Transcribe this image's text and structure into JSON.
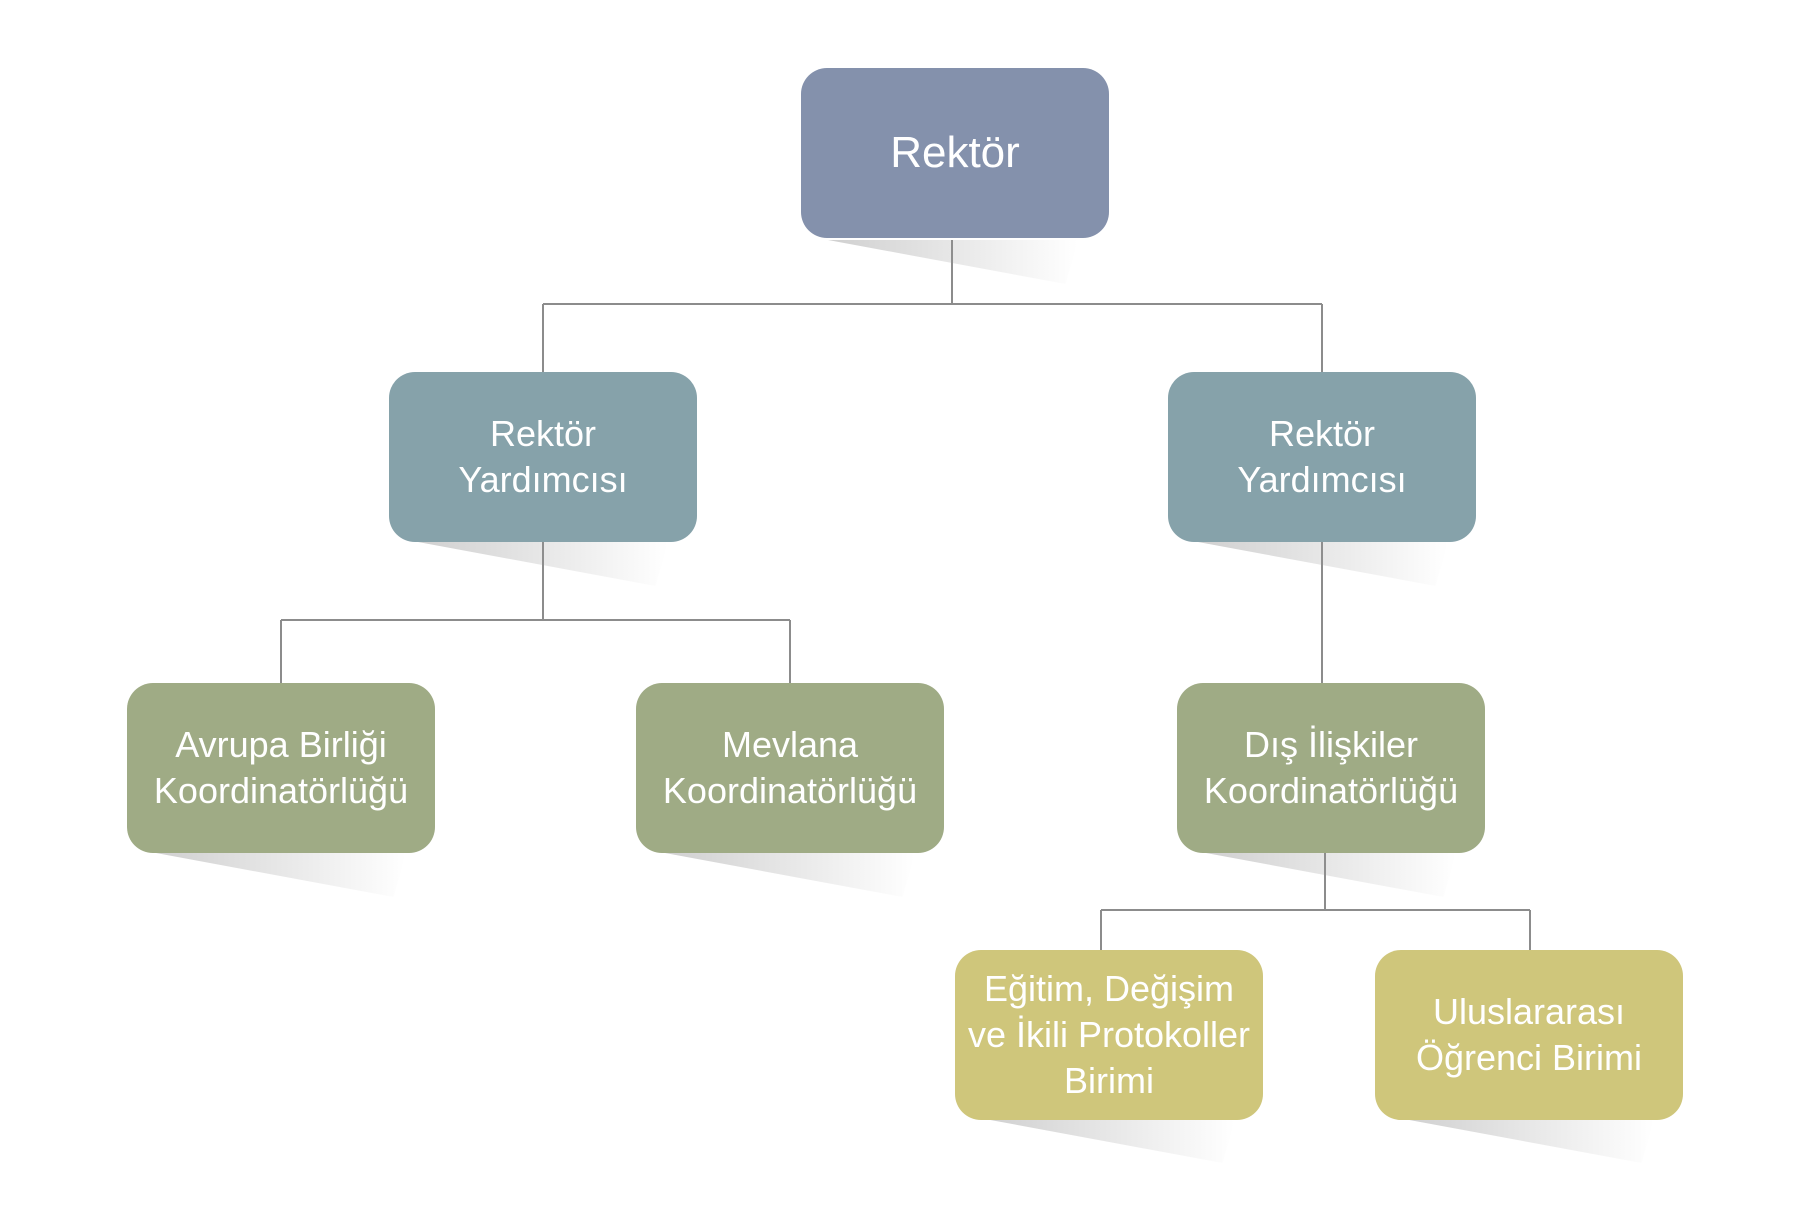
{
  "nodes": {
    "rektor": "Rektör",
    "vice_rector_left": "Rektör\nYardımcısı",
    "vice_rector_right": "Rektör\nYardımcısı",
    "eu_coordination": "Avrupa Birliği\nKoordinatörlüğü",
    "mevlana_coordination": "Mevlana\nKoordinatörlüğü",
    "foreign_relations": "Dış İlişkiler\nKoordinatörlüğü",
    "education_exchange_unit": "Eğitim, Değişim\nve İkili Protokoller\nBirimi",
    "international_student_unit": "Uluslararası\nÖğrenci Birimi"
  },
  "colors": {
    "level_0": "#8491ac",
    "level_1": "#86a2aa",
    "level_2": "#9fab85",
    "level_3": "#cfc67b",
    "connector": "#8c8c8c"
  }
}
